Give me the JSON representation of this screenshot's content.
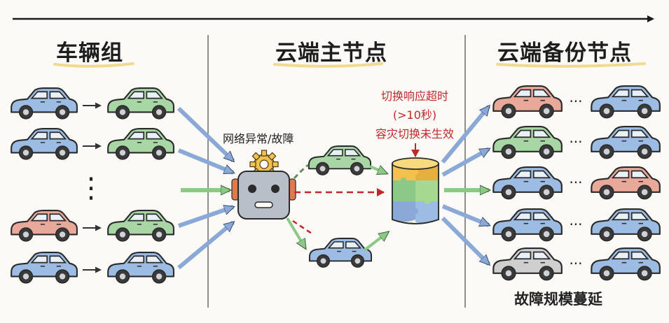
{
  "sections": {
    "vehicle_group": "车辆组",
    "primary_node": "云端主节点",
    "backup_node": "云端备份节点"
  },
  "labels": {
    "network_fault": "网络异常/故障",
    "switch_timeout_line1": "切换响应超时",
    "switch_timeout_line2": "(>10秒)",
    "failover_failed": "容灾切换未生效",
    "fault_spread": "故障规模蔓延"
  },
  "symbols": {
    "vertical_ellipsis": "⋮",
    "horizontal_ellipsis": "···"
  },
  "colors": {
    "car_blue": "#9dbce3",
    "car_green": "#a9d6a5",
    "car_red": "#e8a89a",
    "car_gray": "#cfcfcf",
    "arrow_blue": "#8aa9d6",
    "arrow_green": "#8cc987",
    "fault_red": "#c0282b",
    "title_underline": "#f1d98f"
  }
}
